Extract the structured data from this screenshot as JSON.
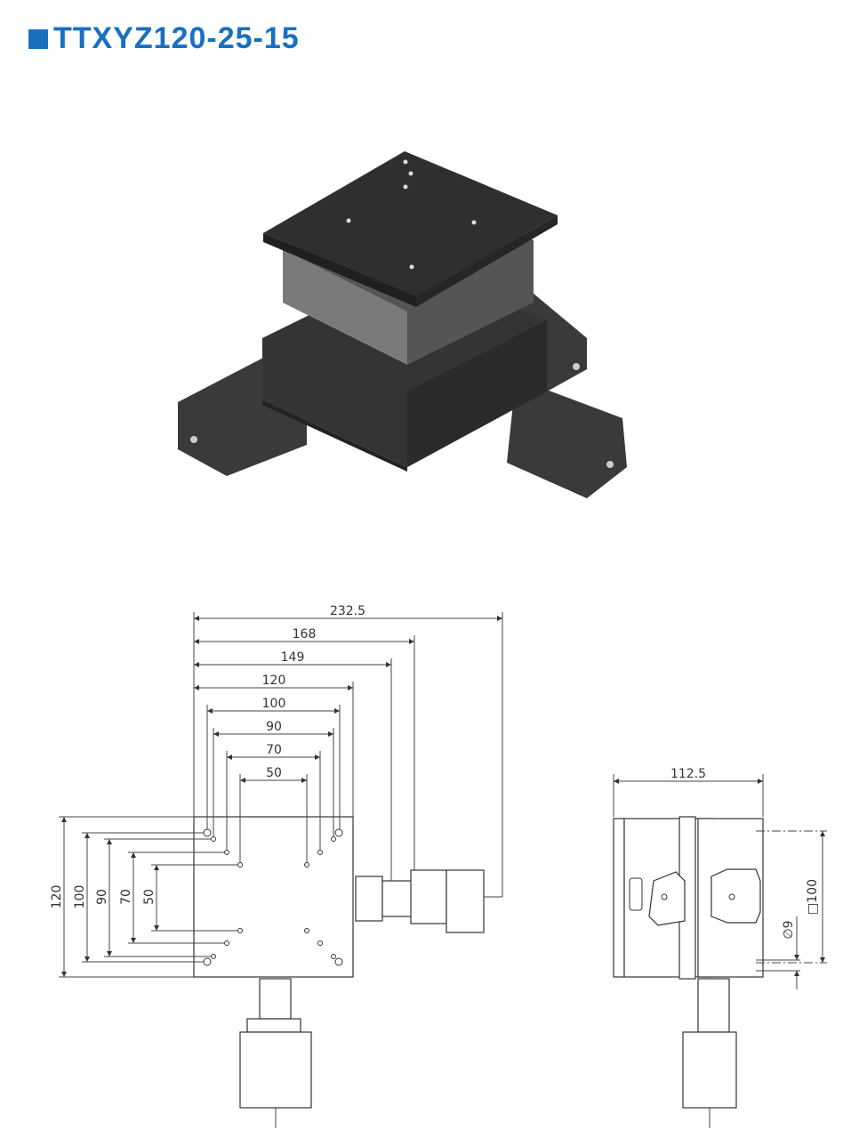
{
  "title": "TTXYZ120-25-15",
  "colors": {
    "accent": "#1a6fbf",
    "stage_body": "#2f2f2f"
  },
  "top_view": {
    "horizontal_dimensions": [
      "232.5",
      "168",
      "149",
      "120",
      "100",
      "90",
      "70",
      "50"
    ],
    "vertical_dimensions": [
      "120",
      "100",
      "90",
      "70",
      "50"
    ]
  },
  "side_view": {
    "width_dimension": "112.5",
    "square_dimension": "□100",
    "hole_dimension": "∅9"
  }
}
